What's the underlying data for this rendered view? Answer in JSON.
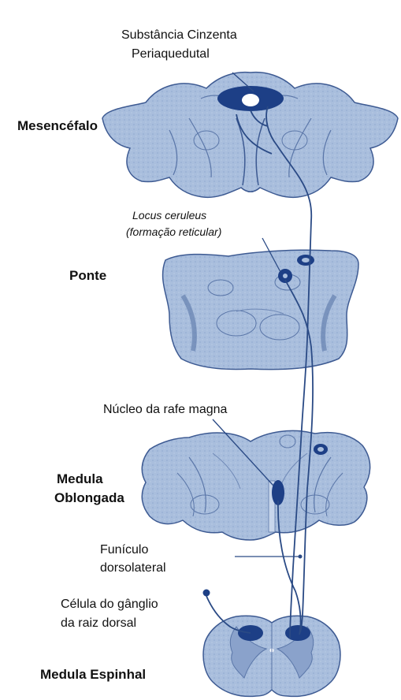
{
  "labels": {
    "pag_line1": "Substância Cinzenta",
    "pag_line2": "Periaquedutal",
    "mesencefalo": "Mesencéfalo",
    "locus_line1": "Locus ceruleus",
    "locus_line2": "(formação reticular)",
    "ponte": "Ponte",
    "rafe": "Núcleo da rafe magna",
    "medula_oblongada_line1": "Medula",
    "medula_oblongada_line2": "Oblongada",
    "funiculo_line1": "Funículo",
    "funiculo_line2": "dorsolateral",
    "ganglio_line1": "Célula do gânglio",
    "ganglio_line2": "da raiz dorsal",
    "medula_espinhal": "Medula Espinhal"
  },
  "colors": {
    "tissue_fill": "#a9bedd",
    "tissue_outline": "#3d5a92",
    "nucleus_fill": "#1d3f86",
    "pathway": "#2a4a85",
    "label_text": "#111111"
  }
}
